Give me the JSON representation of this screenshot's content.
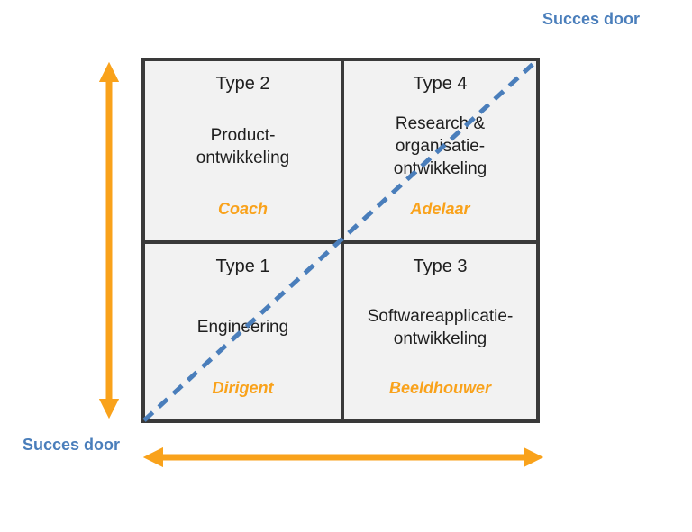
{
  "labels": {
    "axis_top_right": "Succes door",
    "axis_bottom_left": "Succes door"
  },
  "quadrants": {
    "top_left": {
      "title": "Type 2",
      "description": "Product-\nontwikkeling",
      "role": "Coach"
    },
    "top_right": {
      "title": "Type 4",
      "description": "Research &\norganisatie-\nontwikkeling",
      "role": "Adelaar"
    },
    "bottom_left": {
      "title": "Type 1",
      "description": "Engineering",
      "role": "Dirigent"
    },
    "bottom_right": {
      "title": "Type 3",
      "description": "Softwareapplicatie-\nontwikkeling",
      "role": "Beeldhouwer"
    }
  },
  "colors": {
    "accent_orange": "#f9a21b",
    "accent_blue": "#4a7ebb",
    "box_border": "#3a3a3a",
    "box_fill": "#f2f2f2",
    "text": "#1f1f1f"
  },
  "icons": {
    "vertical_double_arrow": "orange vertical double-headed arrow",
    "horizontal_double_arrow": "orange horizontal double-headed arrow",
    "diagonal_dashed_line": "blue dashed diagonal from bottom-left to top-right"
  }
}
